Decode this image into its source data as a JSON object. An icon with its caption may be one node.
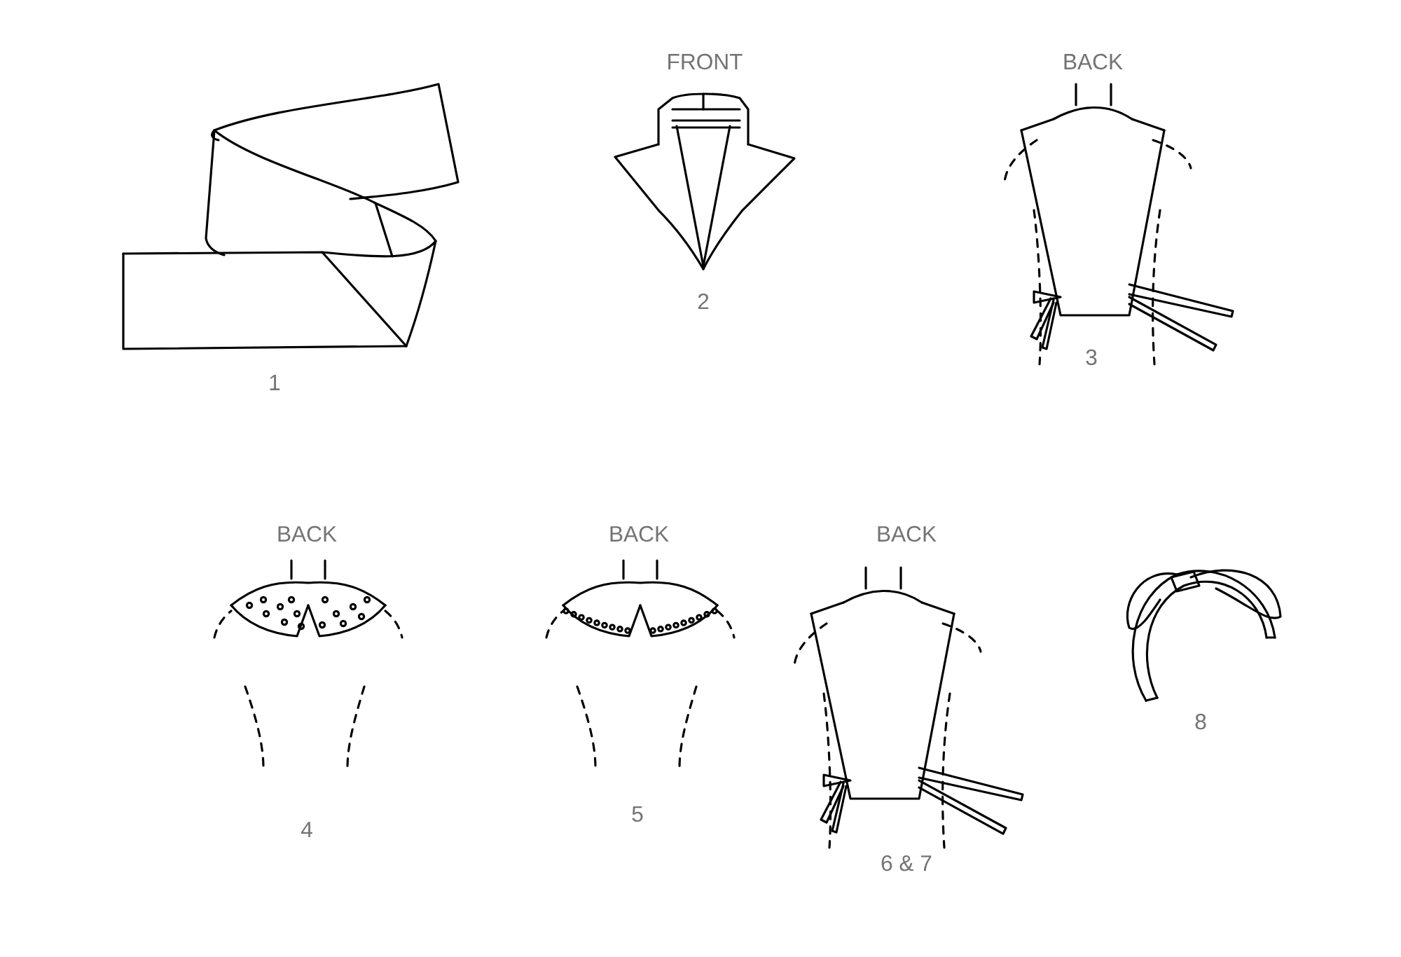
{
  "diagram": {
    "labels": [
      "FRONT",
      "BACK",
      "2",
      "3",
      "1",
      "BACK",
      "BACK",
      "BACK",
      "8",
      "5",
      "4",
      "6 & 7"
    ]
  }
}
